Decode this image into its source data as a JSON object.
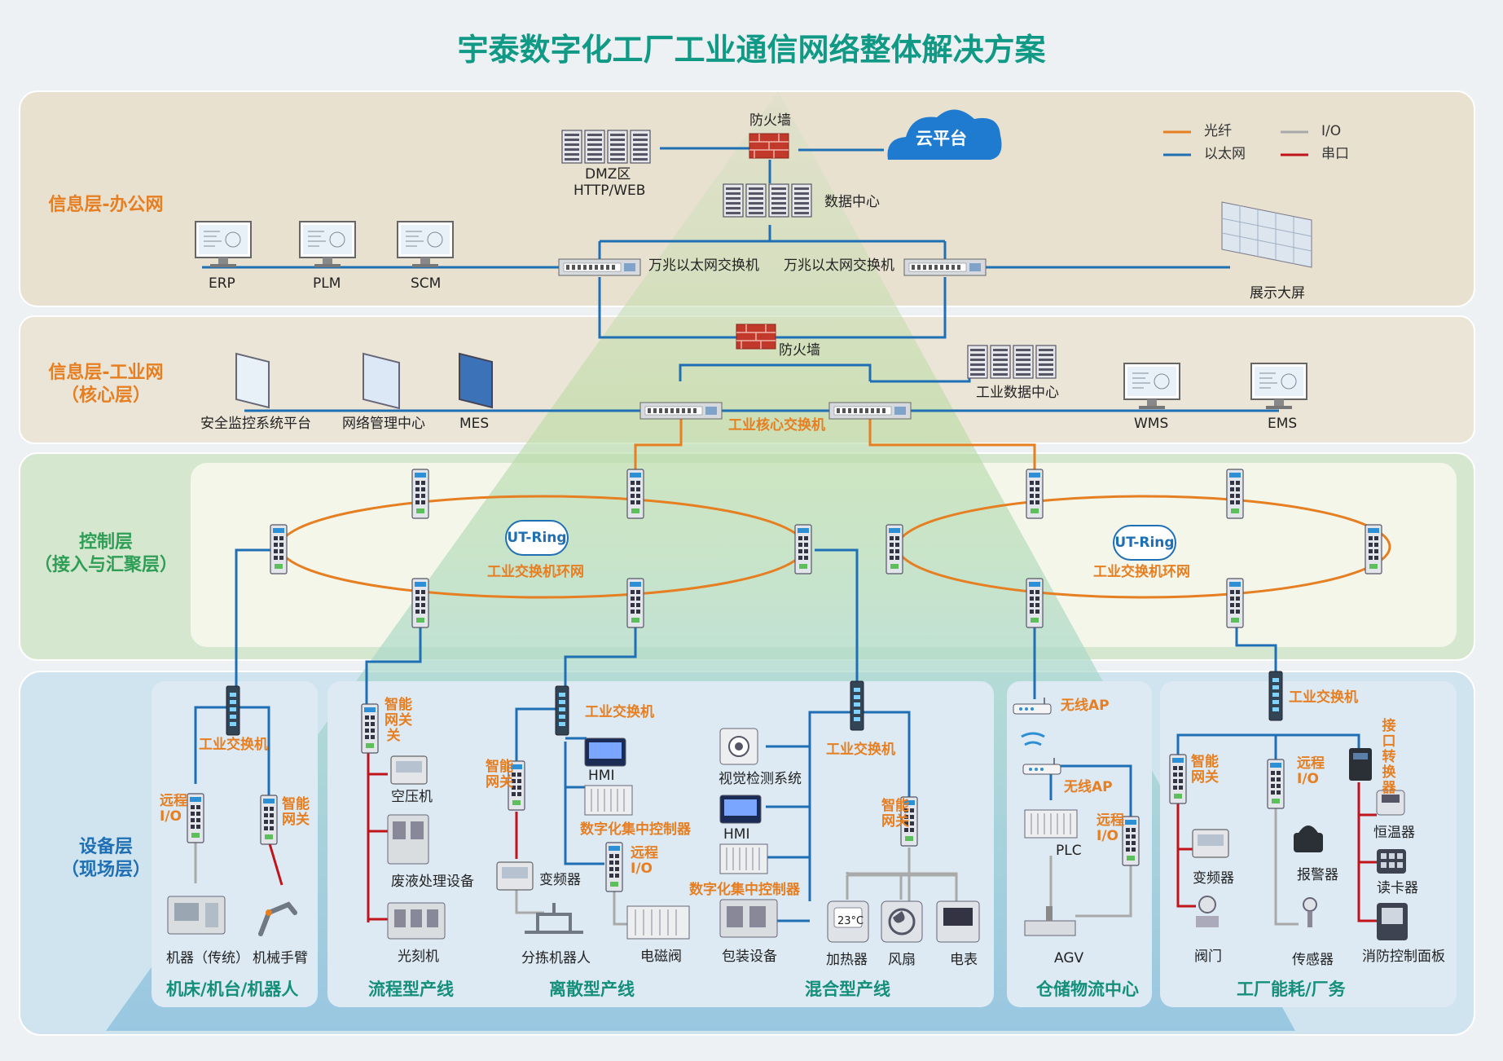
{
  "title": "宇泰数字化工厂工业通信网络整体解决方案",
  "layers": {
    "office": "信息层-办公网",
    "industrial": "信息层-工业网\n（核心层）",
    "control": "控制层\n（接入与汇聚层）",
    "device": "设备层\n（现场层）"
  },
  "legend": [
    {
      "label": "光纤",
      "color": "#e67e22"
    },
    {
      "label": "以太网",
      "color": "#1f6fb4"
    },
    {
      "label": "I/O",
      "color": "#a9a9a9"
    },
    {
      "label": "串口",
      "color": "#c0131a"
    }
  ],
  "office": {
    "firewall": "防火墙",
    "cloud": "云平台",
    "dmz_line1": "DMZ区",
    "dmz_line2": "HTTP/WEB",
    "datacenter": "数据中心",
    "erp": "ERP",
    "plm": "PLM",
    "scm": "SCM",
    "switch_left": "万兆以太网交换机",
    "switch_right": "万兆以太网交换机",
    "screen": "展示大屏"
  },
  "industrial": {
    "firewall": "防火墙",
    "datacenter": "工业数据中心",
    "security": "安全监控系统平台",
    "netmgmt": "网络管理中心",
    "mes": "MES",
    "core_switch": "工业核心交换机",
    "wms": "WMS",
    "ems": "EMS"
  },
  "control": {
    "ring_logo_left": "UT-Ring",
    "ring_label_left": "工业交换机环网",
    "ring_logo_right": "UT-Ring",
    "ring_label_right": "工业交换机环网"
  },
  "device": {
    "machine": {
      "switch": "工业交换机",
      "remote_io": "远程\nI/O",
      "gateway": "智能\n网关",
      "machine_traditional": "机器（传统）",
      "robot_arm": "机械手臂",
      "section": "机床/机台/机器人"
    },
    "process": {
      "gateway": "智能\n网关\n关",
      "compressor": "空压机",
      "waste": "废液处理设备",
      "engraver": "光刻机",
      "section": "流程型产线"
    },
    "discrete": {
      "switch": "工业交换机",
      "hmi": "HMI",
      "controller": "数字化集中控制器",
      "gateway": "智能\n网关",
      "inverter": "变频器",
      "remote_io": "远程\nI/O",
      "sorting_robot": "分拣机器人",
      "solenoid": "电磁阀",
      "section": "离散型产线"
    },
    "hybrid": {
      "vision": "视觉检测系统",
      "switch": "工业交换机",
      "hmi": "HMI",
      "controller": "数字化集中控制器",
      "gateway": "智能\n网关",
      "packaging": "包装设备",
      "heater": "加热器",
      "fan": "风扇",
      "meter": "电表",
      "heater_display": "23°C",
      "section": "混合型产线"
    },
    "warehouse": {
      "ap1": "无线AP",
      "ap2": "无线AP",
      "plc": "PLC",
      "remote_io": "远程\nI/O",
      "agv": "AGV",
      "section": "仓储物流中心"
    },
    "factory": {
      "switch": "工业交换机",
      "gateway": "智能\n网关",
      "remote_io": "远程\nI/O",
      "converter": "接\n口\n转\n换\n器",
      "thermostat": "恒温器",
      "inverter": "变频器",
      "alarm": "报警器",
      "card_reader": "读卡器",
      "valve": "阀门",
      "sensor": "传感器",
      "fire_panel": "消防控制面板",
      "section": "工厂能耗/厂务"
    }
  },
  "colors": {
    "fiber": "#e67e22",
    "ethernet": "#1f6fb4",
    "io": "#a9a9a9",
    "serial": "#c0131a",
    "title": "#109a86"
  }
}
